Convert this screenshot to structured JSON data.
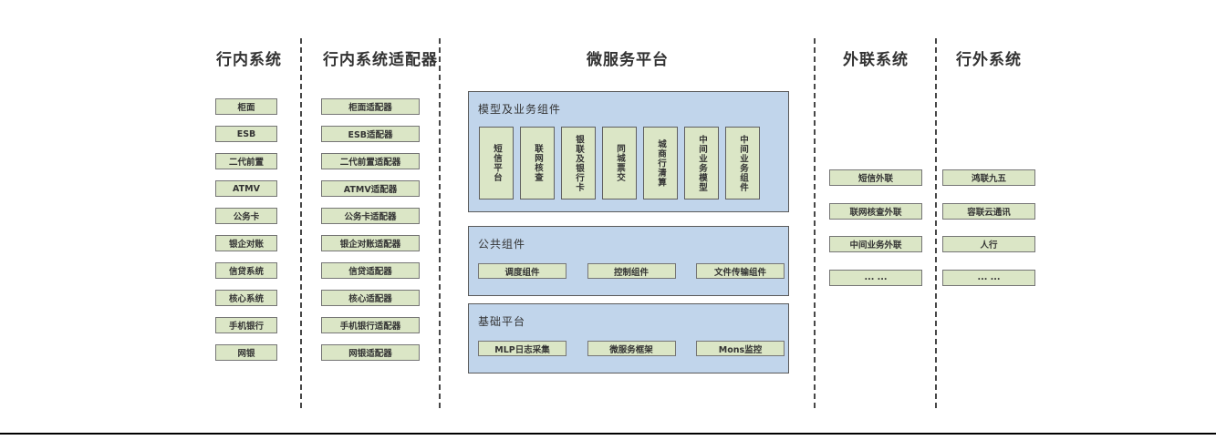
{
  "columns": {
    "internal": {
      "title": "行内系统",
      "items": [
        "柜面",
        "ESB",
        "二代前置",
        "ATMV",
        "公务卡",
        "银企对账",
        "信贷系统",
        "核心系统",
        "手机银行",
        "网银"
      ]
    },
    "adapters": {
      "title": "行内系统适配器",
      "items": [
        "柜面适配器",
        "ESB适配器",
        "二代前置适配器",
        "ATMV适配器",
        "公务卡适配器",
        "银企对账适配器",
        "信贷适配器",
        "核心适配器",
        "手机银行适配器",
        "网银适配器"
      ]
    },
    "platform": {
      "title": "微服务平台",
      "groups": [
        {
          "label": "模型及业务组件",
          "items": [
            "短信平台",
            "联网核查",
            "银联及银行卡",
            "同城票交",
            "城商行清算",
            "中间业务模型",
            "中间业务组件"
          ]
        },
        {
          "label": "公共组件",
          "items": [
            "调度组件",
            "控制组件",
            "文件传输组件"
          ]
        },
        {
          "label": "基础平台",
          "items": [
            "MLP日志采集",
            "微服务框架",
            "Mons监控"
          ]
        }
      ]
    },
    "outreach": {
      "title": "外联系统",
      "items": [
        "短信外联",
        "联网核查外联",
        "中间业务外联",
        "... ..."
      ]
    },
    "external": {
      "title": "行外系统",
      "items": [
        "鸿联九五",
        "容联云通讯",
        "人行",
        "... ..."
      ]
    }
  },
  "colors": {
    "box_fill_green": "#dbe6c6",
    "box_border_gray": "#757575",
    "panel_fill_blue": "#c1d5eb",
    "panel_border": "#5a5a5a",
    "divider": "#474747",
    "bottom_line": "#000000",
    "text": "#333333"
  }
}
